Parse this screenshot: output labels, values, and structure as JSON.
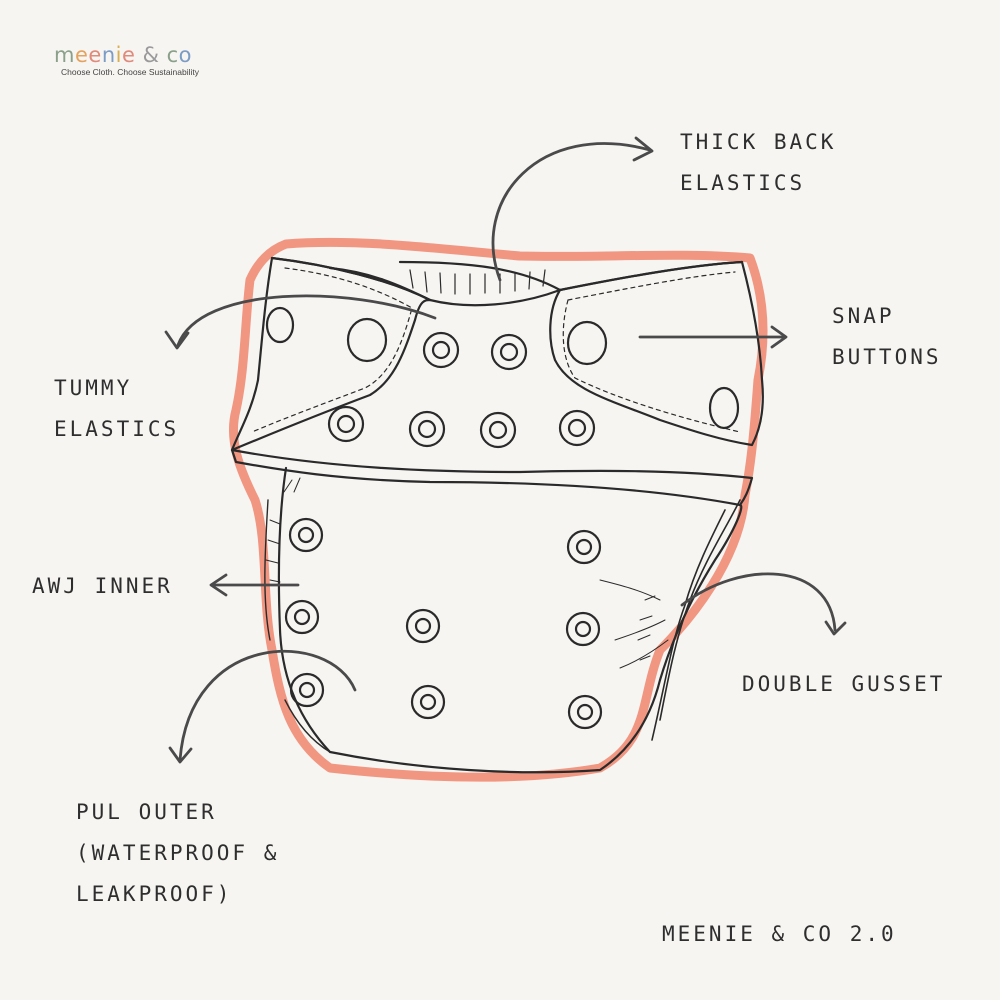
{
  "brand": {
    "logo_text": "meenie & co",
    "tagline": "Choose Cloth. Choose Sustainability",
    "letters": [
      {
        "ch": "m",
        "color": "#8aa08a"
      },
      {
        "ch": "e",
        "color": "#e5a25e"
      },
      {
        "ch": "e",
        "color": "#e08a7a"
      },
      {
        "ch": "n",
        "color": "#7b9cc4"
      },
      {
        "ch": "i",
        "color": "#d9b04f"
      },
      {
        "ch": "e",
        "color": "#e08a7a"
      },
      {
        "ch": " & ",
        "color": "#9a9a9a"
      },
      {
        "ch": "c",
        "color": "#8aa08a"
      },
      {
        "ch": "o",
        "color": "#7b9cc4"
      }
    ]
  },
  "labels": {
    "thick_back_elastics": "THICK BACK\nELASTICS",
    "snap_buttons": "SNAP\nBUTTONS",
    "tummy_elastics": "TUMMY\nELASTICS",
    "awj_inner": "AWJ INNER",
    "double_gusset": "DOUBLE GUSSET",
    "pul_outer": "PUL OUTER\n(WATERPROOF &\nLEAKPROOF)",
    "version": "MEENIE & CO 2.0"
  },
  "colors": {
    "background": "#f7f5f2",
    "outline": "#2a2a2a",
    "accent": "#f08c74",
    "arrow": "#4a4a4a"
  }
}
